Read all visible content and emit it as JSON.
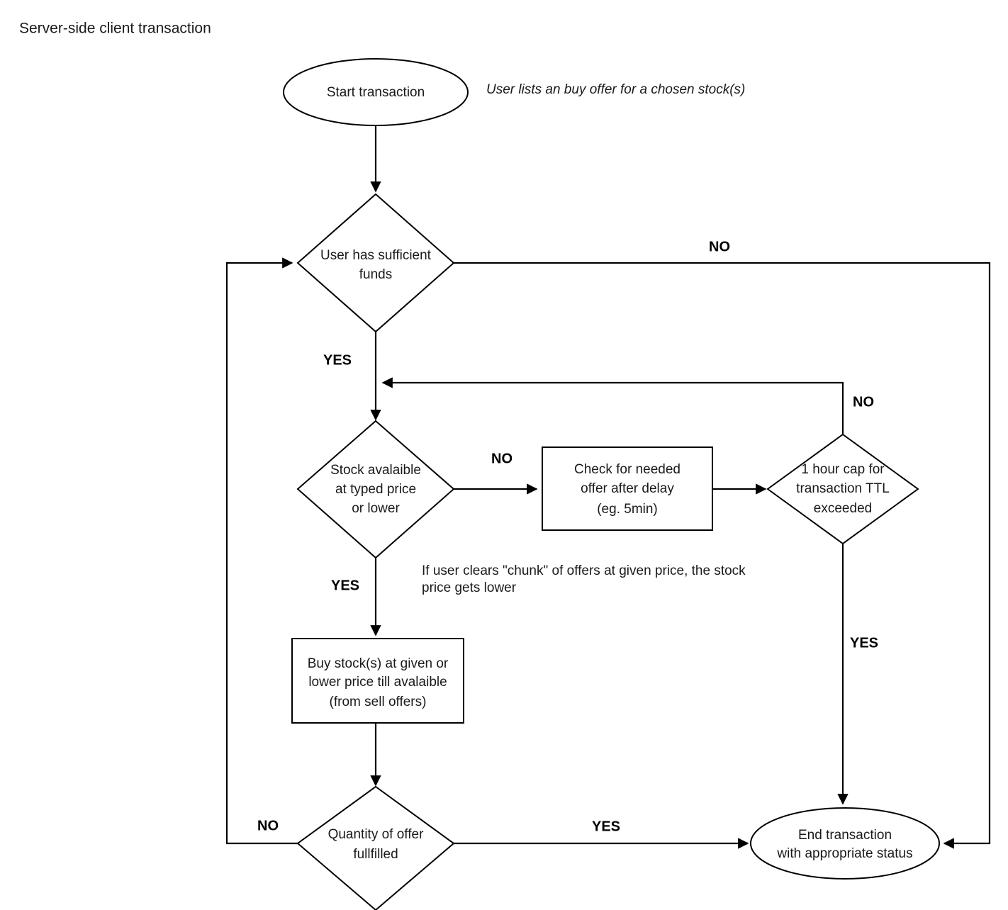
{
  "diagram": {
    "title": "Server-side client transaction",
    "type": "flowchart",
    "background_color": "#ffffff",
    "line_color": "#000000",
    "text_color": "#1a1a1a"
  },
  "nodes": [
    {
      "id": "start",
      "shape": "ellipse",
      "label": "Start transaction",
      "lines": [
        "Start transaction"
      ]
    },
    {
      "id": "funds",
      "shape": "diamond",
      "label": "User has sufficient funds",
      "lines": [
        "User has sufficient",
        "funds"
      ]
    },
    {
      "id": "stock",
      "shape": "diamond",
      "label": "Stock avalaible at typed price or lower",
      "lines": [
        "Stock avalaible",
        "at typed price",
        "or lower"
      ]
    },
    {
      "id": "delay",
      "shape": "rectangle",
      "label": "Check for needed offer after delay (eg. 5min)",
      "lines": [
        "Check for needed",
        "offer after delay",
        "(eg. 5min)"
      ]
    },
    {
      "id": "ttl",
      "shape": "diamond",
      "label": "1 hour cap for transaction TTL exceeded",
      "lines": [
        "1 hour cap for",
        "transaction TTL",
        "exceeded"
      ]
    },
    {
      "id": "buy",
      "shape": "rectangle",
      "label": "Buy stock(s) at given or lower price till avalaible (from sell offers)",
      "lines": [
        "Buy stock(s) at given or",
        "lower price till avalaible",
        "(from sell offers)"
      ]
    },
    {
      "id": "quantity",
      "shape": "diamond",
      "label": "Quantity of offer fullfilled",
      "lines": [
        "Quantity of offer",
        "fullfilled"
      ]
    },
    {
      "id": "end",
      "shape": "ellipse",
      "label": "End transaction with appropriate status",
      "lines": [
        "End transaction",
        "with appropriate status"
      ]
    }
  ],
  "edge_labels": [
    {
      "id": "funds-no",
      "text": "NO"
    },
    {
      "id": "funds-yes",
      "text": "YES"
    },
    {
      "id": "ttl-no",
      "text": "NO"
    },
    {
      "id": "stock-no",
      "text": "NO"
    },
    {
      "id": "stock-yes",
      "text": "YES"
    },
    {
      "id": "ttl-yes",
      "text": "YES"
    },
    {
      "id": "quantity-no",
      "text": "NO"
    },
    {
      "id": "quantity-yes",
      "text": "YES"
    }
  ],
  "annotations": [
    {
      "id": "start-note",
      "style": "italic",
      "lines": [
        "User lists an buy offer for a chosen stock(s)"
      ]
    },
    {
      "id": "chunk-note",
      "style": "regular",
      "lines": [
        "If user clears \"chunk\" of offers at given price, the stock",
        "price gets lower"
      ]
    }
  ]
}
